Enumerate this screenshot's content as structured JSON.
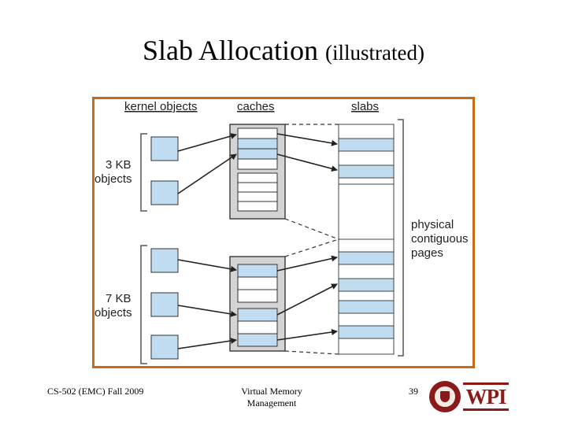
{
  "slide": {
    "title": "Slab Allocation",
    "title_suffix": "(illustrated)"
  },
  "diagram": {
    "headers": {
      "kernel_objects": "kernel objects",
      "caches": "caches",
      "slabs": "slabs"
    },
    "group_labels": {
      "three_kb_line1": "3 KB",
      "three_kb_line2": "objects",
      "seven_kb_line1": "7 KB",
      "seven_kb_line2": "objects"
    },
    "pages_label": {
      "line1": "physical",
      "line2": "contiguous",
      "line3": "pages"
    },
    "colors": {
      "frame": "#c86b12",
      "object_fill": "#bfdcf0",
      "cache_fill": "#d4d4d4"
    }
  },
  "footer": {
    "course": "CS-502 (EMC) Fall 2009",
    "topic_line1": "Virtual Memory",
    "topic_line2": "Management",
    "page_number": "39",
    "logo_text": "WPI"
  }
}
